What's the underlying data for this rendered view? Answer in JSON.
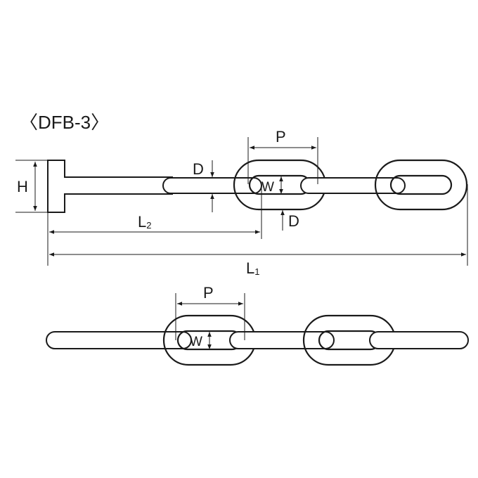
{
  "title": "〈DFB-3〉",
  "labels": {
    "pitch_top": "P",
    "pitch_bottom": "P",
    "height": "H",
    "wire_dia_top": "D",
    "wire_dia_bottom": "D",
    "width_top": "W",
    "width_bottom": "W",
    "length2_main": "L",
    "length2_sub": "2",
    "length1_main": "L",
    "length1_sub": "1"
  }
}
